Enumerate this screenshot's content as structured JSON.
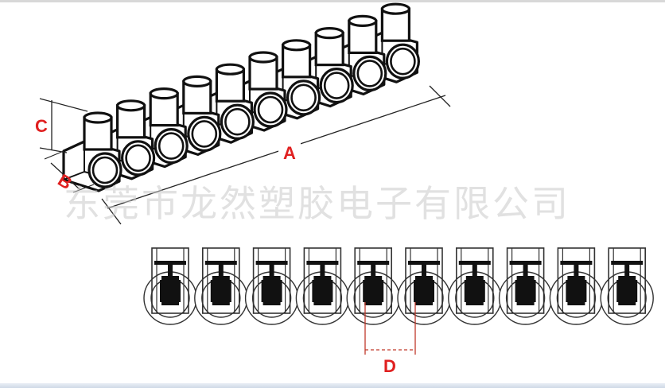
{
  "labels": {
    "a": "A",
    "b": "B",
    "c": "C",
    "d": "D"
  },
  "watermark": "东莞市龙然塑胶电子有限公司",
  "colors": {
    "outline": "#111111",
    "dimension_text": "#e02020",
    "dimension_line_red": "#c0392b",
    "watermark": "#c8c8c8"
  }
}
